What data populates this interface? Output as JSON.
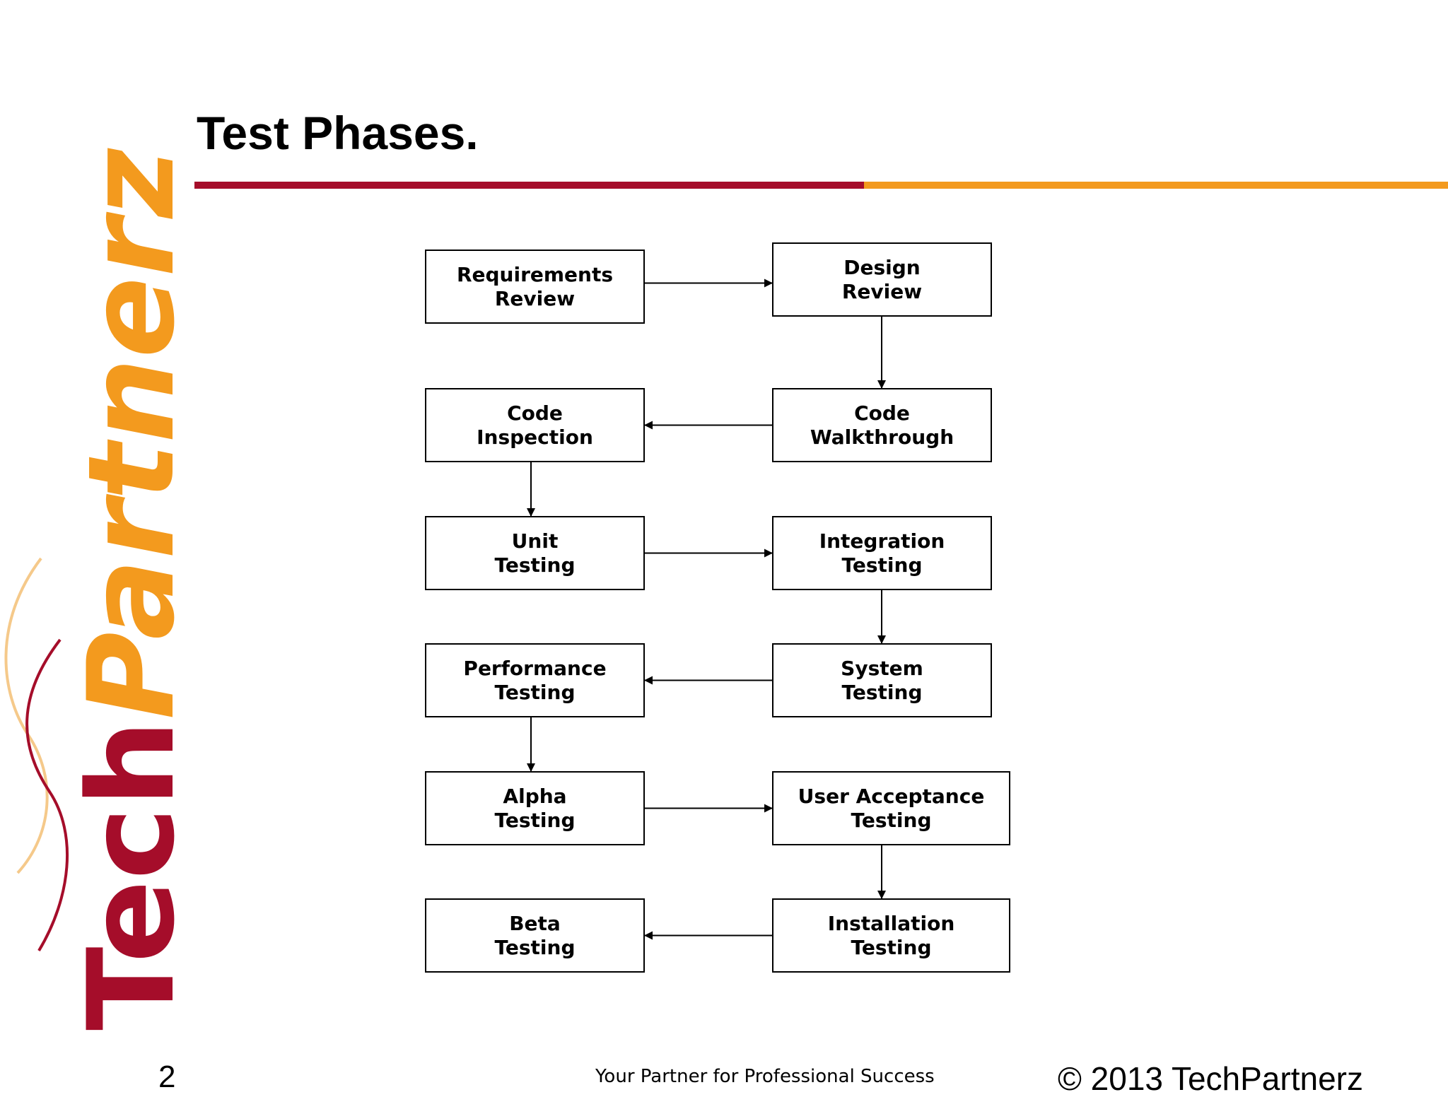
{
  "brand": {
    "logo_text_tech": "Tech",
    "logo_text_partnerz": "Partnerz",
    "color_primary": "#A50D2A",
    "color_accent": "#F39A1E"
  },
  "slide": {
    "title": "Test Phases.",
    "page_number": "2",
    "tagline": "Your Partner for Professional Success",
    "copyright": "© 2013 TechPartnerz"
  },
  "diagram": {
    "nodes": [
      {
        "id": "requirements-review",
        "label": "Requirements\nReview"
      },
      {
        "id": "design-review",
        "label": "Design\nReview"
      },
      {
        "id": "code-walkthrough",
        "label": "Code\nWalkthrough"
      },
      {
        "id": "code-inspection",
        "label": "Code\nInspection"
      },
      {
        "id": "unit-testing",
        "label": "Unit\nTesting"
      },
      {
        "id": "integration-testing",
        "label": "Integration\nTesting"
      },
      {
        "id": "system-testing",
        "label": "System\nTesting"
      },
      {
        "id": "performance-testing",
        "label": "Performance\nTesting"
      },
      {
        "id": "alpha-testing",
        "label": "Alpha\nTesting"
      },
      {
        "id": "user-acceptance-testing",
        "label": "User Acceptance\nTesting"
      },
      {
        "id": "installation-testing",
        "label": "Installation\nTesting"
      },
      {
        "id": "beta-testing",
        "label": "Beta\nTesting"
      }
    ],
    "edges": [
      {
        "from": "requirements-review",
        "to": "design-review"
      },
      {
        "from": "design-review",
        "to": "code-walkthrough"
      },
      {
        "from": "code-walkthrough",
        "to": "code-inspection"
      },
      {
        "from": "code-inspection",
        "to": "unit-testing"
      },
      {
        "from": "unit-testing",
        "to": "integration-testing"
      },
      {
        "from": "integration-testing",
        "to": "system-testing"
      },
      {
        "from": "system-testing",
        "to": "performance-testing"
      },
      {
        "from": "performance-testing",
        "to": "alpha-testing"
      },
      {
        "from": "alpha-testing",
        "to": "user-acceptance-testing"
      },
      {
        "from": "user-acceptance-testing",
        "to": "installation-testing"
      },
      {
        "from": "installation-testing",
        "to": "beta-testing"
      }
    ]
  }
}
